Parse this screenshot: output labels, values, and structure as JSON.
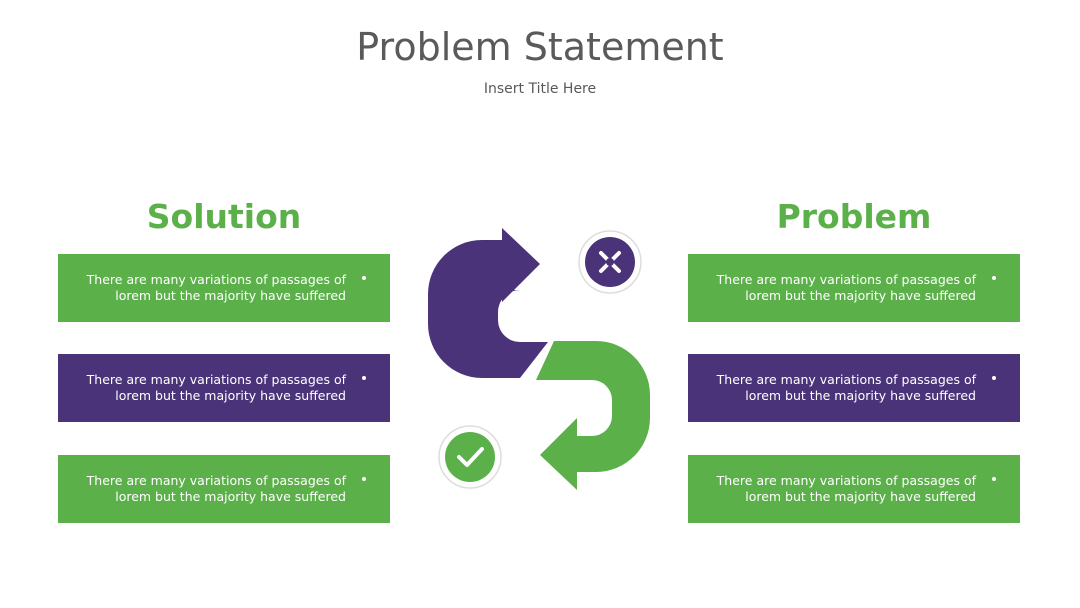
{
  "title": "Problem Statement",
  "subtitle": "Insert Title Here",
  "solution": {
    "heading": "Solution",
    "items": [
      {
        "text": "There are many variations of passages of lorem but the majority have suffered",
        "color": "#5cb04a"
      },
      {
        "text": "There are many variations of passages of lorem but the majority have suffered",
        "color": "#4b3379"
      },
      {
        "text": "There are many variations of passages of lorem but the majority have suffered",
        "color": "#5cb04a"
      }
    ]
  },
  "problem": {
    "heading": "Problem",
    "items": [
      {
        "text": "There are many variations of passages of lorem but the majority have suffered",
        "color": "#5cb04a"
      },
      {
        "text": "There are many variations of passages of lorem but the majority have suffered",
        "color": "#4b3379"
      },
      {
        "text": "There are many variations of passages of lorem but the majority have suffered",
        "color": "#5cb04a"
      }
    ]
  },
  "colors": {
    "green": "#5cb04a",
    "purple": "#4b3379",
    "title": "#5a5a5a"
  },
  "icons": {
    "top_badge": "close-x-icon",
    "bottom_badge": "check-icon",
    "arrows": "cycle-arrows-icon"
  }
}
